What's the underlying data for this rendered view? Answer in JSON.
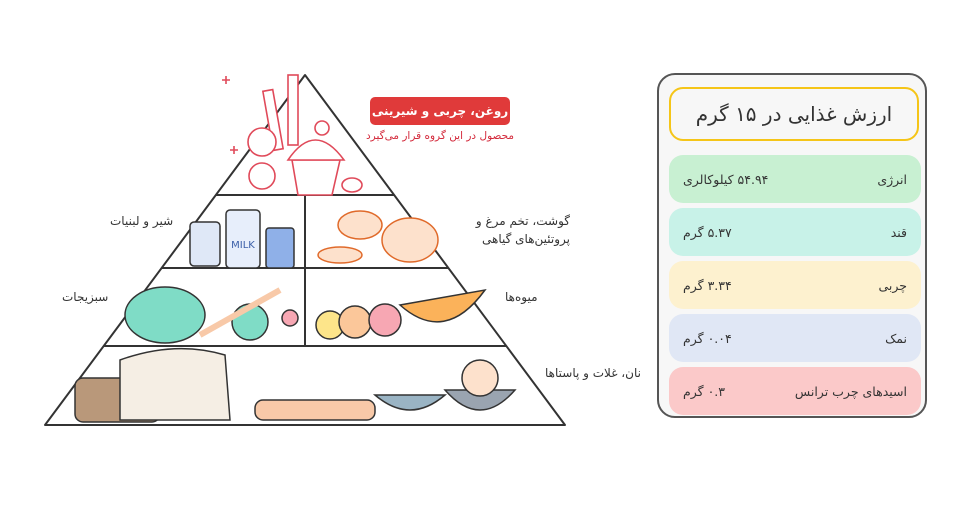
{
  "pyramid": {
    "top_badge": "روغن، چربی و شیرینی",
    "top_note": "محصول در این گروه قرار می‌گیرد",
    "tiers": {
      "dairy": "شیر و لبنیات",
      "protein": "گوشت، تخم مرغ و پروتئین‌های گیاهی",
      "vegetables": "سبزیجات",
      "fruits": "میوه‌ها",
      "grains": "نان، غلات و پاستاها"
    },
    "milk_label": "MILK"
  },
  "nutrition": {
    "title": "ارزش غذایی در ۱۵ گرم",
    "rows": [
      {
        "label": "انرژی",
        "value": "۵۴.۹۴ کیلوکالری",
        "color": "#c8f0d2"
      },
      {
        "label": "قند",
        "value": "۵.۳۷ گرم",
        "color": "#c8f2e8"
      },
      {
        "label": "چربی",
        "value": "۳.۳۴ گرم",
        "color": "#fdf1cf"
      },
      {
        "label": "نمک",
        "value": "۰.۰۴ گرم",
        "color": "#e0e7f5"
      },
      {
        "label": "اسیدهای چرب ترانس",
        "value": "۰.۳ گرم",
        "color": "#fbc9c9"
      }
    ]
  }
}
